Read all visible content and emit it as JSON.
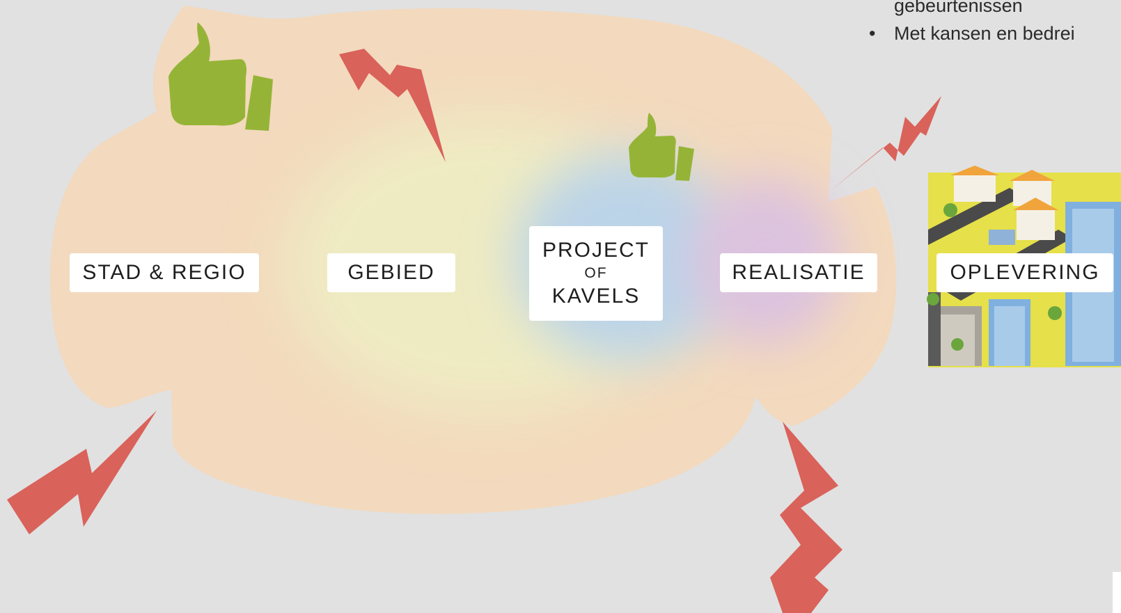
{
  "stages": [
    {
      "id": "stad",
      "label": "STAD & REGIO"
    },
    {
      "id": "gebied",
      "label": "GEBIED"
    },
    {
      "id": "project",
      "lines": [
        "PROJECT",
        "OF",
        "KAVELS"
      ]
    },
    {
      "id": "realisatie",
      "label": "REALISATIE"
    },
    {
      "id": "oplevering",
      "label": "OPLEVERING"
    }
  ],
  "bullets": [
    {
      "bullet": "",
      "text": "gebeurtenissen"
    },
    {
      "bullet": "•",
      "text": "Met kansen en bedrei"
    }
  ],
  "colors": {
    "background": "#e1e1e1",
    "blob": "#f3d9bd",
    "yellow_zone": "#eeeec4",
    "blue_zone": "#bcd4e8",
    "purple_zone": "#dcc2df",
    "thumbs_up": "#95b437",
    "lightning": "#d9625a"
  },
  "icons": [
    "thumbs-up-icon",
    "thumbs-up-icon",
    "lightning-bolt-icon",
    "lightning-bolt-icon",
    "lightning-bolt-icon",
    "lightning-bolt-icon",
    "city-illustration"
  ]
}
